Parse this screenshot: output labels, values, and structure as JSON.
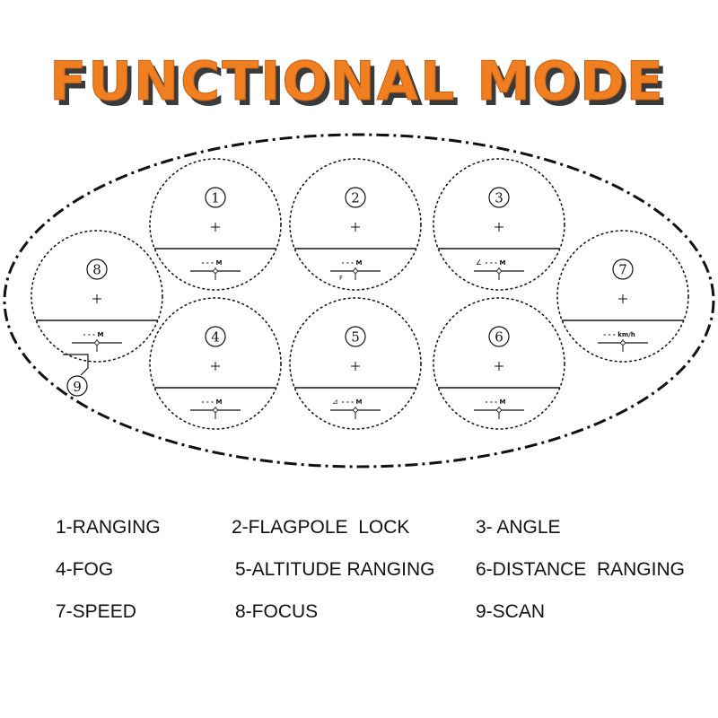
{
  "title": "FUNCTIONAL MODE",
  "colors": {
    "title_fill": "#f07f22",
    "title_shadow": "#3a3a3a",
    "line": "#111111"
  },
  "scopes": [
    {
      "number": "1",
      "readout": "- - - M",
      "marker": "",
      "arrow": ""
    },
    {
      "number": "2",
      "readout": "- - - M",
      "marker": "F",
      "arrow": ""
    },
    {
      "number": "3",
      "readout": "- - - M",
      "marker": "",
      "arrow": "∠"
    },
    {
      "number": "4",
      "readout": "- - - M",
      "marker": "",
      "arrow": ""
    },
    {
      "number": "5",
      "readout": "- - - M",
      "marker": "",
      "arrow": "⊿"
    },
    {
      "number": "6",
      "readout": "- - - M",
      "marker": "",
      "arrow": ""
    },
    {
      "number": "7",
      "readout": "- - - km/h",
      "marker": "",
      "arrow": ""
    },
    {
      "number": "8",
      "readout": "- - - M",
      "marker": "",
      "arrow": ""
    }
  ],
  "scan_callout": "9",
  "legend": [
    "1-RANGING",
    "2-FLAGPOLE  LOCK",
    "3- ANGLE",
    "4-FOG",
    "5-ALTITUDE RANGING",
    "6-DISTANCE  RANGING",
    "7-SPEED",
    "8-FOCUS",
    "9-SCAN"
  ]
}
